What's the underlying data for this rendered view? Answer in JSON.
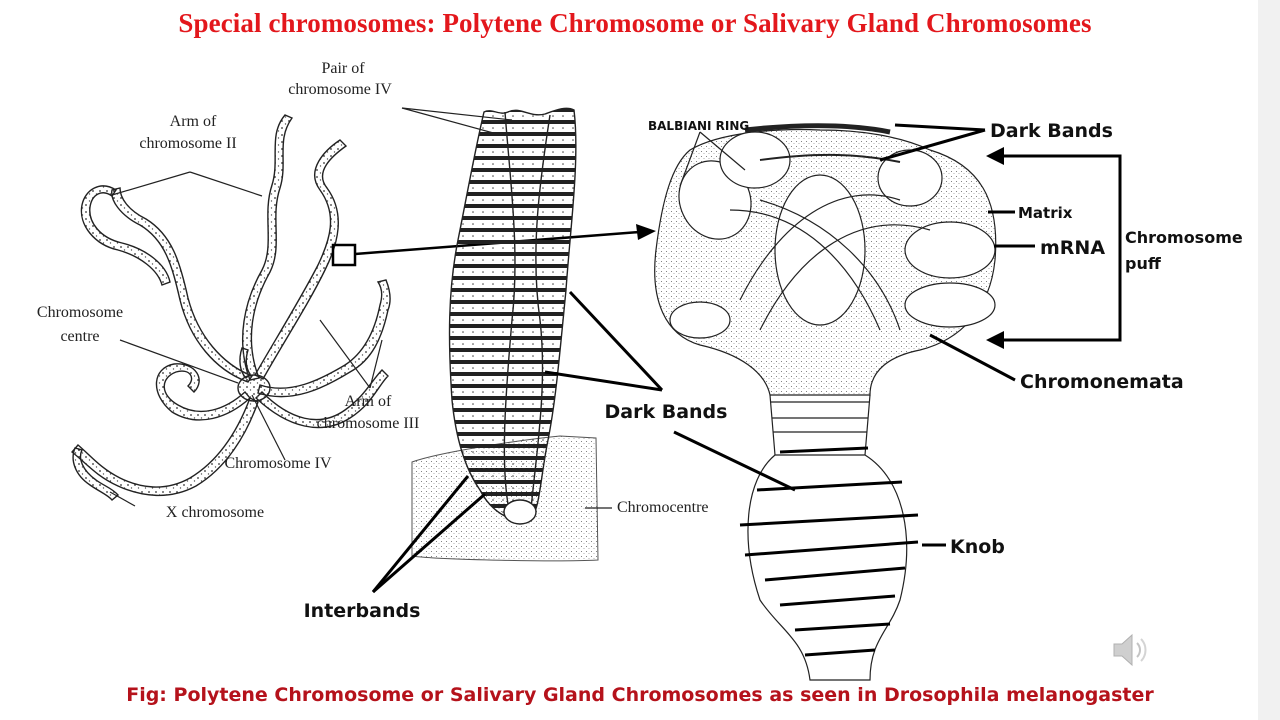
{
  "title": "Special chromosomes: Polytene Chromosome or Salivary Gland Chromosomes",
  "left_labels": {
    "pair_iv_1": "Pair of",
    "pair_iv_2": "chromosome IV",
    "arm_ii_1": "Arm of",
    "arm_ii_2": "chromosome II",
    "centre_1": "Chromosome",
    "centre_2": "centre",
    "arm_iii_1": "Arm of",
    "arm_iii_2": "chromosome III",
    "chrom_iv": "Chromosome IV",
    "x_chrom": "X chromosome",
    "chromocentre": "Chromocentre"
  },
  "middle_labels": {
    "dark_bands": "Dark Bands",
    "interbands": "Interbands"
  },
  "right_labels": {
    "balbiani": "BALBIANI RING",
    "dark_bands": "Dark Bands",
    "matrix": "Matrix",
    "mrna": "mRNA",
    "puff_1": "Chromosome",
    "puff_2": "puff",
    "chromonemata": "Chromonemata",
    "knob": "Knob"
  },
  "caption": "Fig: Polytene Chromosome or Salivary Gland Chromosomes as seen in Drosophila melanogaster",
  "colors": {
    "title": "#e3171c",
    "caption": "#b5121b",
    "line": "#111111"
  },
  "icons": {
    "speaker": "speaker-icon"
  }
}
